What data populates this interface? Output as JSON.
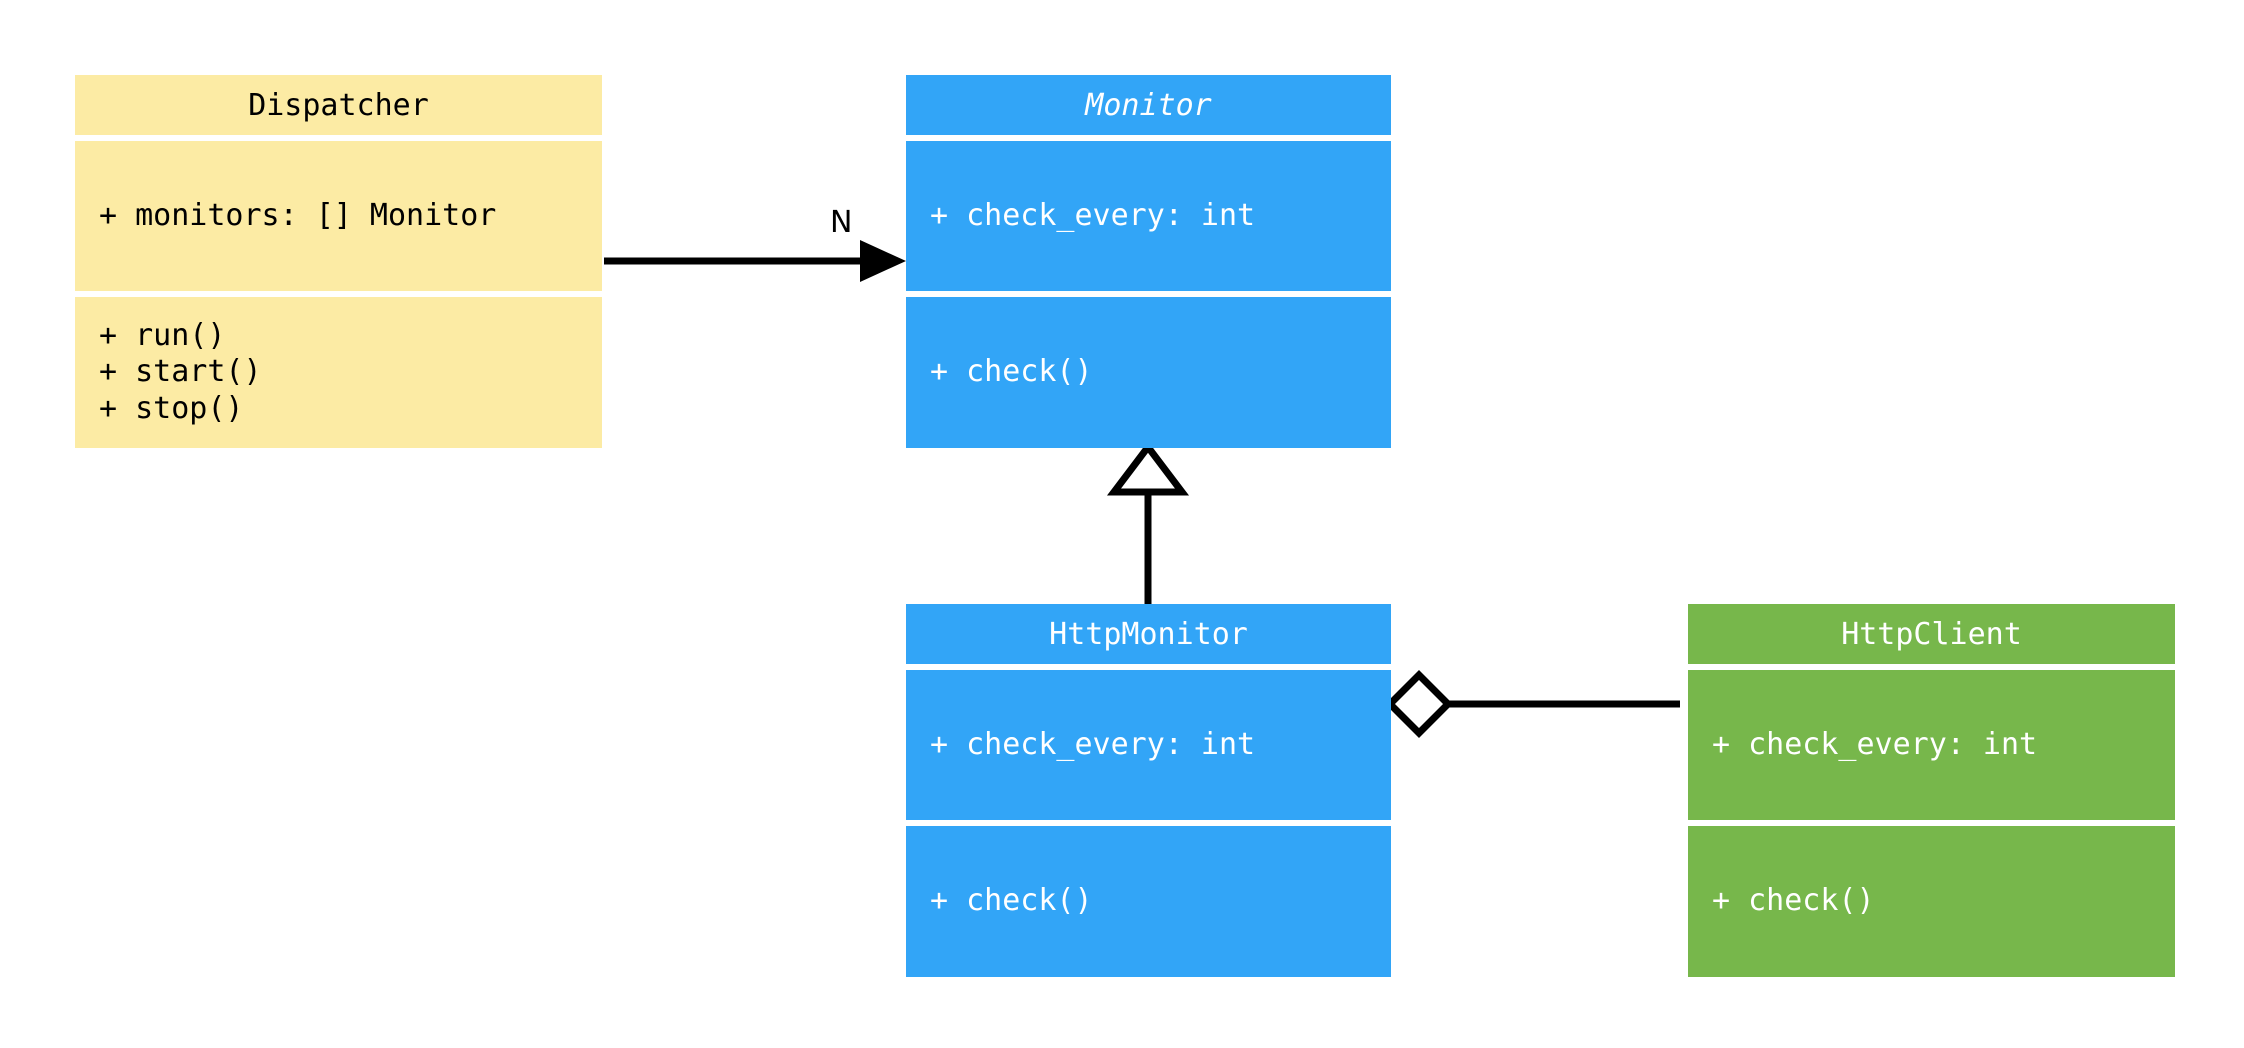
{
  "diagram": {
    "type": "uml-class-diagram",
    "background": "#ffffff",
    "palette": {
      "yellow": "#fceba4",
      "blue": "#32a5f7",
      "green": "#77b74b",
      "line": "#000000",
      "light_text": "#ffffff",
      "dark_text": "#000000"
    }
  },
  "classes": [
    {
      "id": "dispatcher",
      "name": "Dispatcher",
      "abstract": false,
      "color": "#fceba4",
      "attributes": [
        "+ monitors: [] Monitor"
      ],
      "methods": [
        "+ run()",
        "+ start()",
        "+ stop()"
      ]
    },
    {
      "id": "monitor",
      "name": "Monitor",
      "abstract": true,
      "color": "#32a5f7",
      "attributes": [
        "+ check_every: int"
      ],
      "methods": [
        "+ check()"
      ]
    },
    {
      "id": "http_monitor",
      "name": "HttpMonitor",
      "abstract": false,
      "color": "#32a5f7",
      "attributes": [
        "+ check_every: int"
      ],
      "methods": [
        "+ check()"
      ]
    },
    {
      "id": "http_client",
      "name": "HttpClient",
      "abstract": false,
      "color": "#77b74b",
      "attributes": [
        "+ check_every: int"
      ],
      "methods": [
        "+ check()"
      ]
    }
  ],
  "relationships": [
    {
      "id": "dispatcher-monitor",
      "kind": "association",
      "from": "Dispatcher",
      "to": "Monitor",
      "label": "N",
      "marker": "filled-arrow"
    },
    {
      "id": "httpmonitor-monitor",
      "kind": "generalization",
      "from": "HttpMonitor",
      "to": "Monitor",
      "label": "",
      "marker": "hollow-triangle"
    },
    {
      "id": "httpmonitor-httpclient",
      "kind": "aggregation",
      "from": "HttpMonitor",
      "to": "HttpClient",
      "label": "",
      "marker": "hollow-diamond"
    }
  ]
}
